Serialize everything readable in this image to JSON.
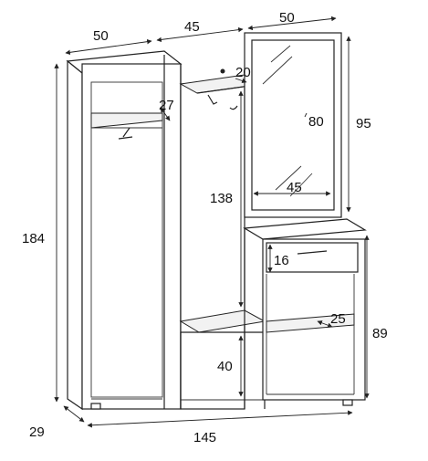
{
  "product": "hallway-wardrobe-with-mirror",
  "dimensions": {
    "top_left_width": "50",
    "top_middle_width": "45",
    "top_right_width": "50",
    "hat_shelf_depth": "20",
    "wardrobe_shelf_depth": "27",
    "mirror_height": "80",
    "mirror_width": "45",
    "mirror_panel_height": "95",
    "middle_section_height": "138",
    "overall_height": "184",
    "drawer_height": "16",
    "lower_shelf_depth": "25",
    "bottom_cabinet_height": "89",
    "bench_height": "40",
    "overall_depth": "29",
    "overall_width": "145"
  }
}
